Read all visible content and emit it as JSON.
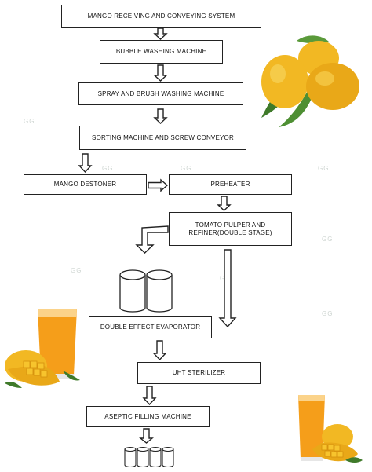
{
  "diagram": {
    "steps": {
      "receiving": "MANGO RECEIVING AND CONVEYING SYSTEM",
      "bubble": "BUBBLE WASHING MACHINE",
      "spray": "SPRAY AND BRUSH WASHING MACHINE",
      "sorting": "SORTING MACHINE AND SCREW CONVEYOR",
      "destoner": "MANGO DESTONER",
      "preheater": "PREHEATER",
      "pulper_line1": "TOMATO PULPER AND",
      "pulper_line2": "REFINER(DOUBLE STAGE)",
      "evaporator": "DOUBLE EFFECT EVAPORATOR",
      "uht": "UHT STERILIZER",
      "filling": "ASEPTIC FILLING MACHINE"
    }
  },
  "colors": {
    "mango": "#f2b823",
    "mango_dark": "#d89a12",
    "leaf": "#3f7a2a",
    "juice": "#f59e1a",
    "line": "#222222"
  }
}
